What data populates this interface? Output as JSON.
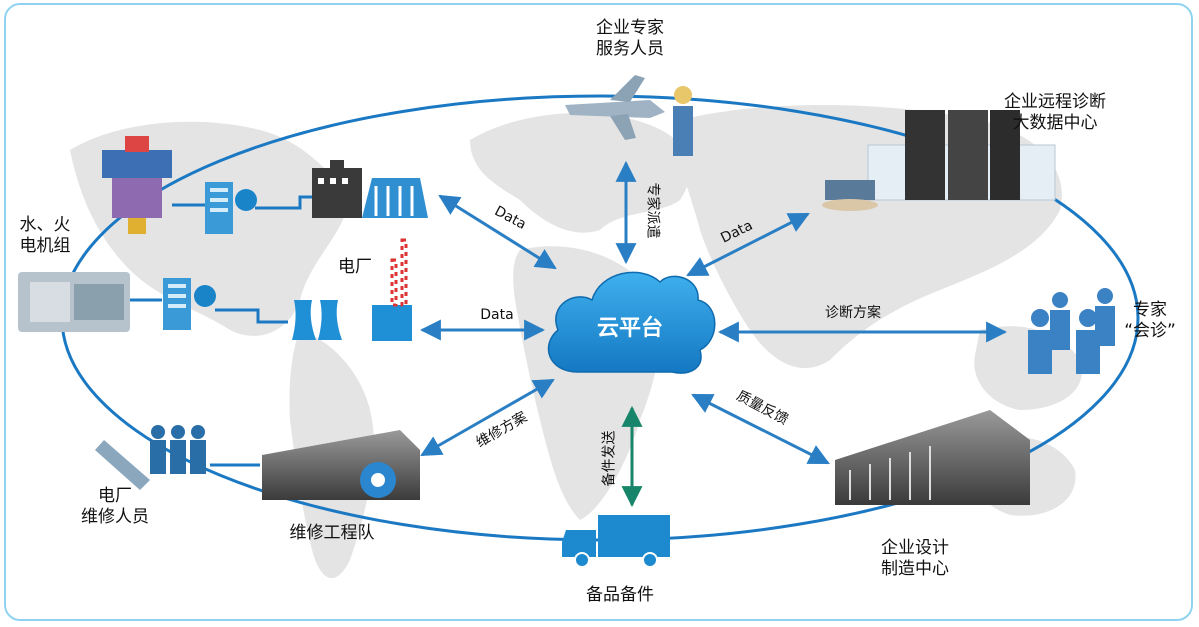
{
  "center": {
    "label": "云平台"
  },
  "nodes": {
    "enterprise_expert_service": "企业专家\n服务人员",
    "enterprise_remote_diagnosis": "企业远程诊断\n大数据中心",
    "hydro_thermal_units": "水、火\n电机组",
    "power_plant": "电厂",
    "expert_consultation": "专家\n“会诊”",
    "plant_maintenance_staff": "电厂\n维修人员",
    "maintenance_team": "维修工程队",
    "spare_parts": "备品备件",
    "design_manufacturing_center": "企业设计\n制造中心"
  },
  "arrows": {
    "data_top_left": "Data",
    "data_top_right": "Data",
    "data_left": "Data",
    "expert_dispatch": "专家派遣",
    "diagnosis_plan": "诊断方案",
    "repair_plan": "维修方案",
    "parts_delivery": "备件发送",
    "quality_feedback": "质量反馈"
  },
  "colors": {
    "ellipse": "#1b79c4",
    "arrow": "#2a7fc4",
    "cloud": "#1b8fd6",
    "parts_arrow": "#16856a",
    "map": "#e3e3e3",
    "frame": "#8fd3f0"
  }
}
